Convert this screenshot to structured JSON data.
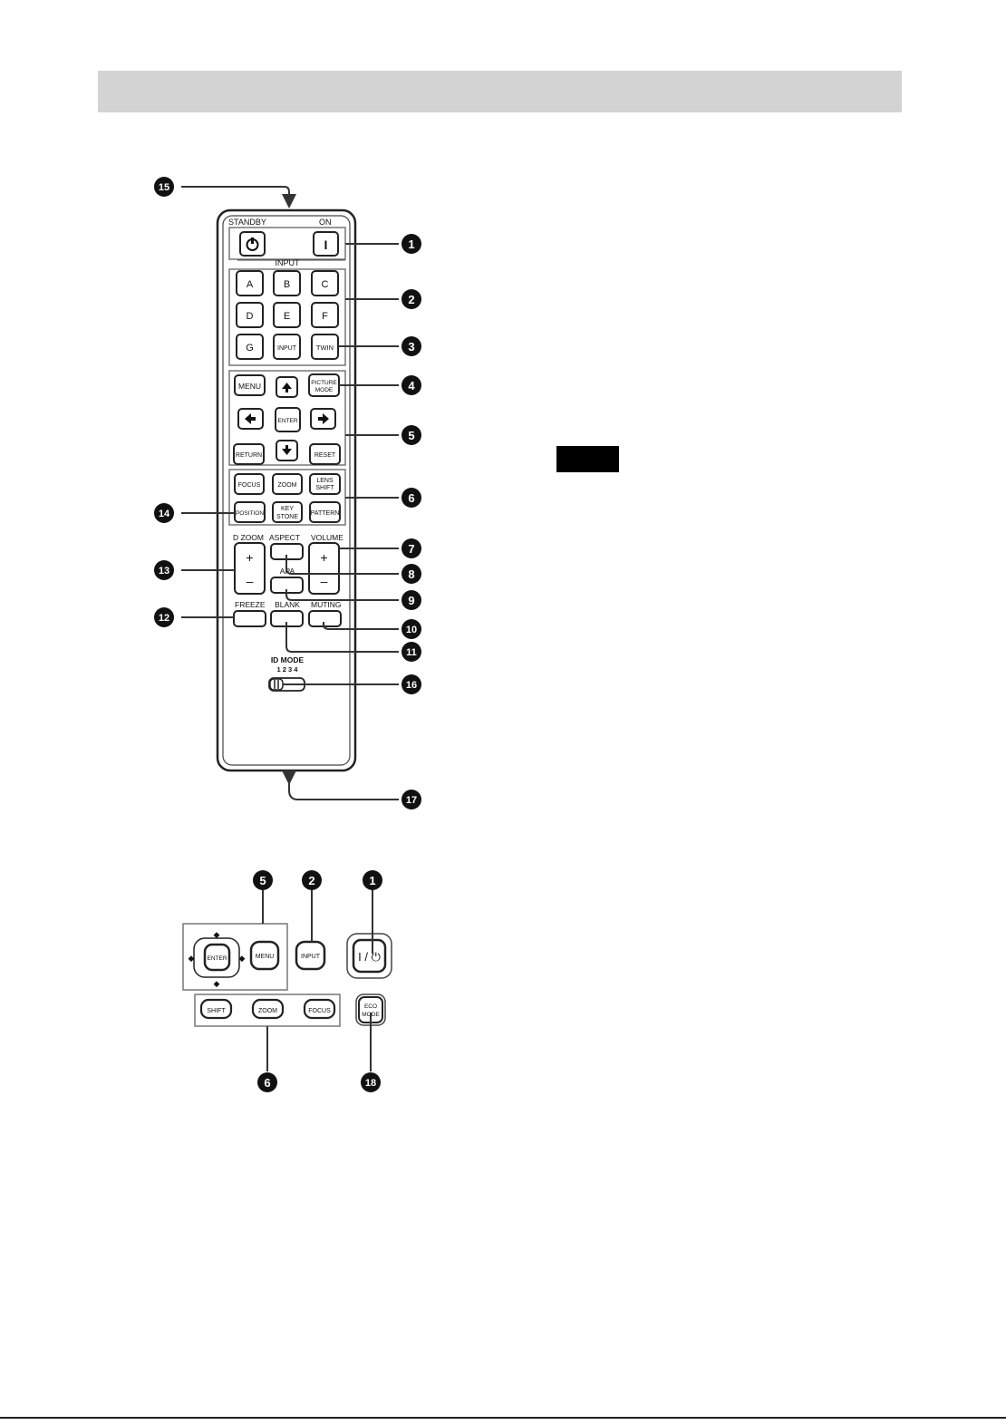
{
  "remote": {
    "standby": "STANDBY",
    "on": "ON",
    "on_symbol": "I",
    "input_heading": "INPUT",
    "inputs": [
      "A",
      "B",
      "C",
      "D",
      "E",
      "F",
      "G"
    ],
    "input_btn": "INPUT",
    "twin": "TWIN",
    "menu": "MENU",
    "picture_mode_1": "PICTURE",
    "picture_mode_2": "MODE",
    "enter": "ENTER",
    "return": "RETURN",
    "reset": "RESET",
    "focus": "FOCUS",
    "zoom": "ZOOM",
    "lens_shift_1": "LENS",
    "lens_shift_2": "SHIFT",
    "position": "POSITION",
    "keystone_1": "KEY",
    "keystone_2": "STONE",
    "pattern": "PATTERN",
    "d_zoom": "D ZOOM",
    "aspect": "ASPECT",
    "volume": "VOLUME",
    "plus": "+",
    "minus": "–",
    "apa": "APA",
    "freeze": "FREEZE",
    "blank": "BLANK",
    "muting": "MUTING",
    "id_mode": "ID MODE",
    "id_mode_positions": "1 2 3 4"
  },
  "panel": {
    "enter": "ENTER",
    "menu": "MENU",
    "input": "INPUT",
    "power": "I / ⏻",
    "shift": "SHIFT",
    "zoom": "ZOOM",
    "focus": "FOCUS",
    "eco_1": "ECO",
    "eco_2": "MODE"
  },
  "callouts": {
    "c1": "1",
    "c2": "2",
    "c3": "3",
    "c4": "4",
    "c5": "5",
    "c6": "6",
    "c7": "7",
    "c8": "8",
    "c9": "9",
    "c10": "10",
    "c11": "11",
    "c12": "12",
    "c13": "13",
    "c14": "14",
    "c15": "15",
    "c16": "16",
    "c17": "17",
    "c18": "18"
  }
}
